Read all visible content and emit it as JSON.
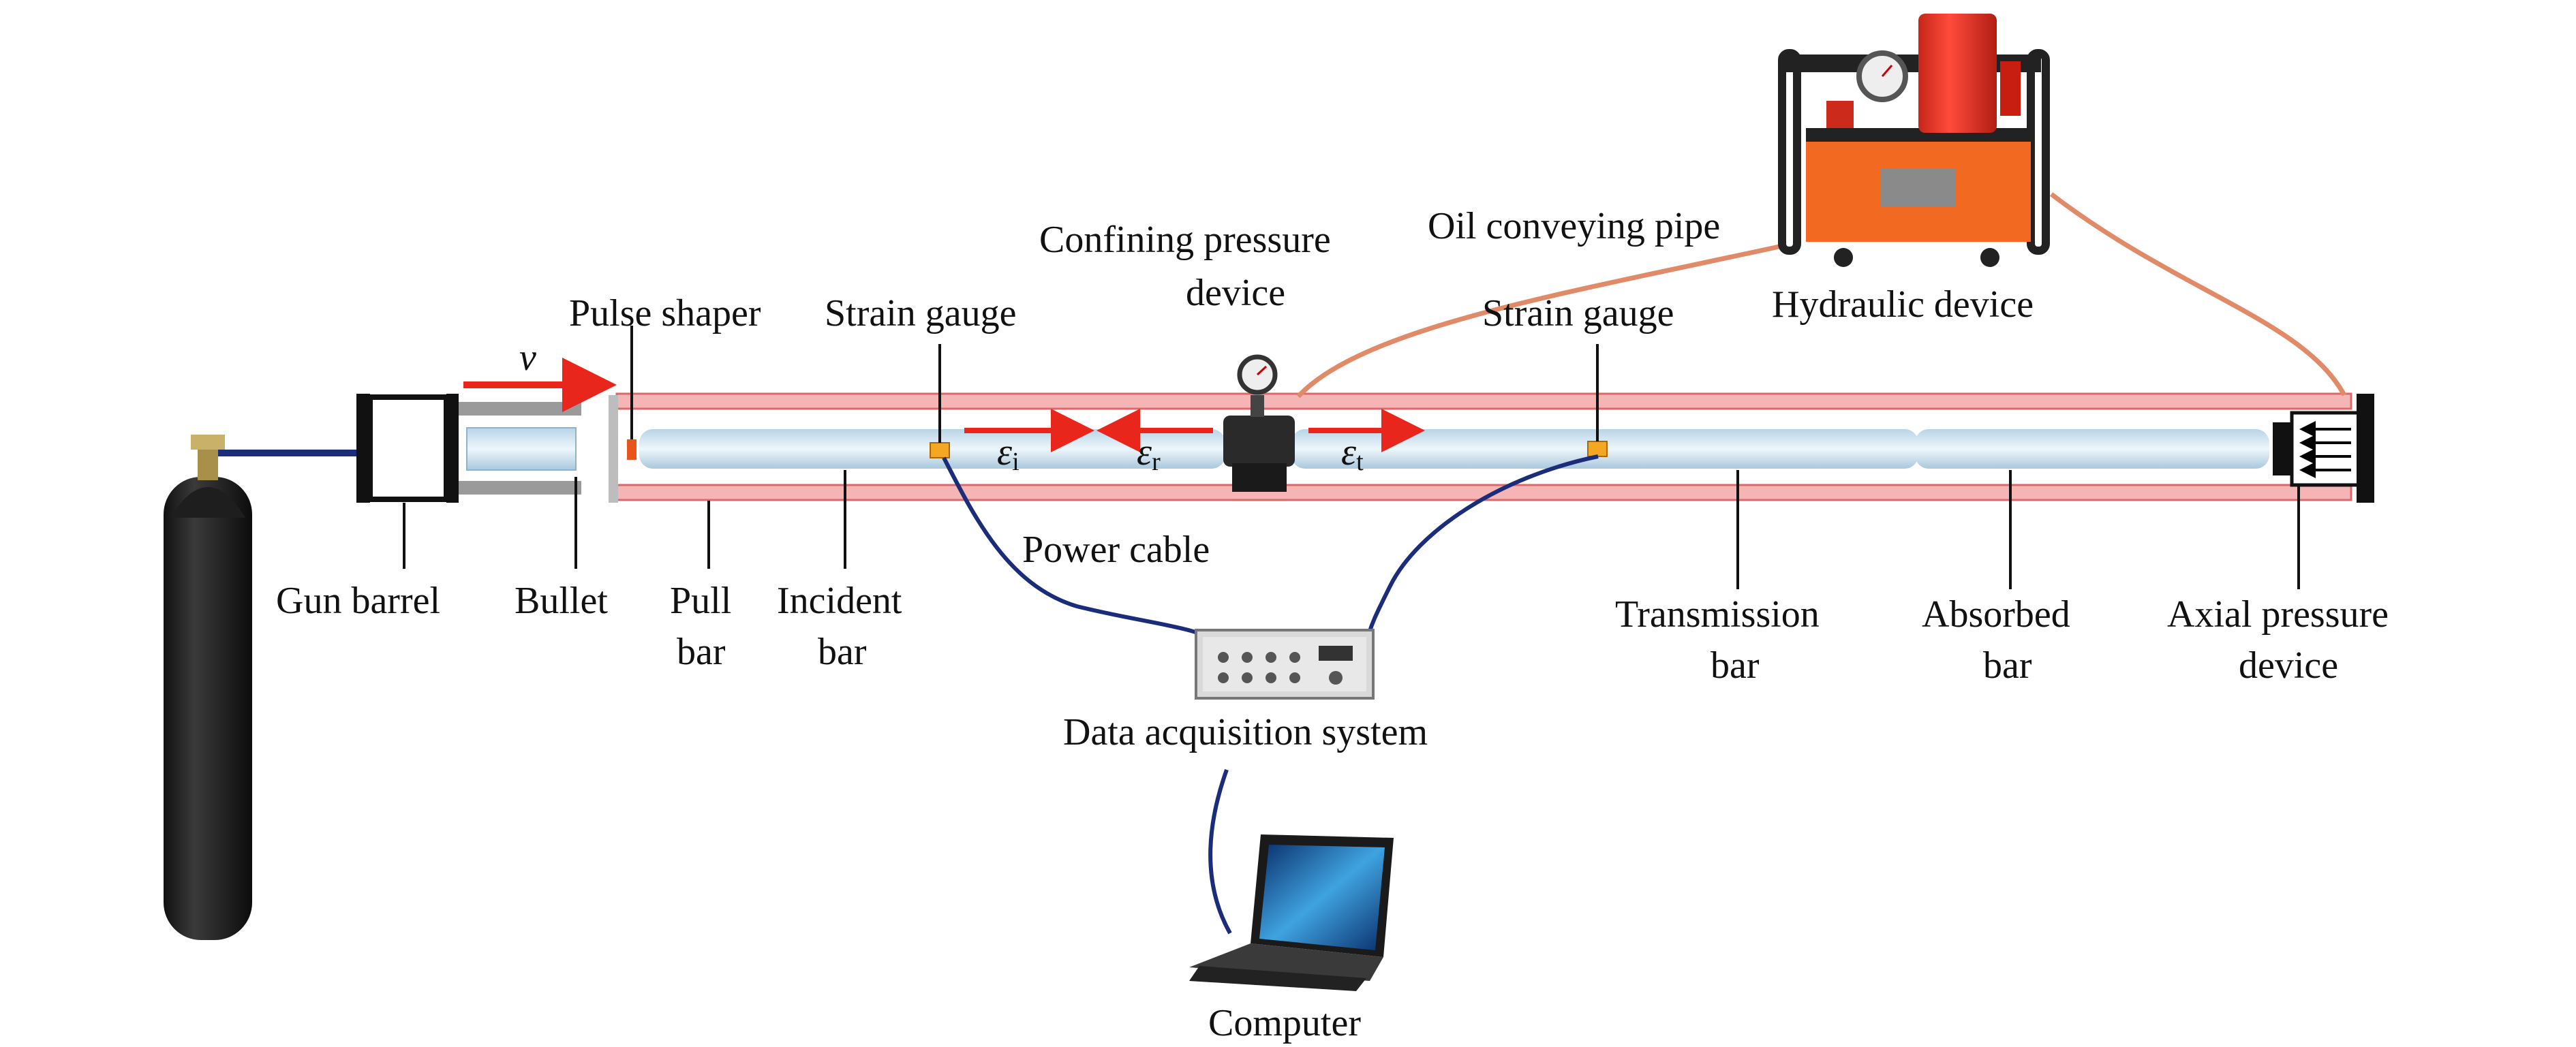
{
  "labels": {
    "gun_barrel": "Gun barrel",
    "bullet": "Bullet",
    "pull_bar_1": "Pull",
    "pull_bar_2": "bar",
    "incident_bar_1": "Incident",
    "incident_bar_2": "bar",
    "pulse_shaper": "Pulse shaper",
    "strain_gauge_left": "Strain gauge",
    "strain_gauge_right": "Strain gauge",
    "confining_1": "Confining pressure",
    "confining_2": "device",
    "oil_pipe": "Oil conveying pipe",
    "hydraulic": "Hydraulic device",
    "power_cable": "Power cable",
    "daq": "Data acquisition system",
    "computer": "Computer",
    "transmission_1": "Transmission",
    "transmission_2": "bar",
    "absorbed_1": "Absorbed",
    "absorbed_2": "bar",
    "axial_1": "Axial pressure",
    "axial_2": "device"
  },
  "symbols": {
    "velocity": "v",
    "eps": "ε",
    "eps_i_sub": "i",
    "eps_r_sub": "r",
    "eps_t_sub": "t"
  },
  "colors": {
    "arrow_red": "#e8261c",
    "cable_blue": "#1b2d7a",
    "oil_pipe": "#e08a68",
    "tube_pink": "#f5b5b5",
    "bar_blue": "#cfe3f0",
    "hydraulic_orange": "#f26a21",
    "gauge_yellow": "#f5a623"
  },
  "icons": [
    "gas-cylinder-icon",
    "hydraulic-pump-icon",
    "laptop-icon",
    "daq-unit-icon",
    "pressure-gauge-icon"
  ]
}
